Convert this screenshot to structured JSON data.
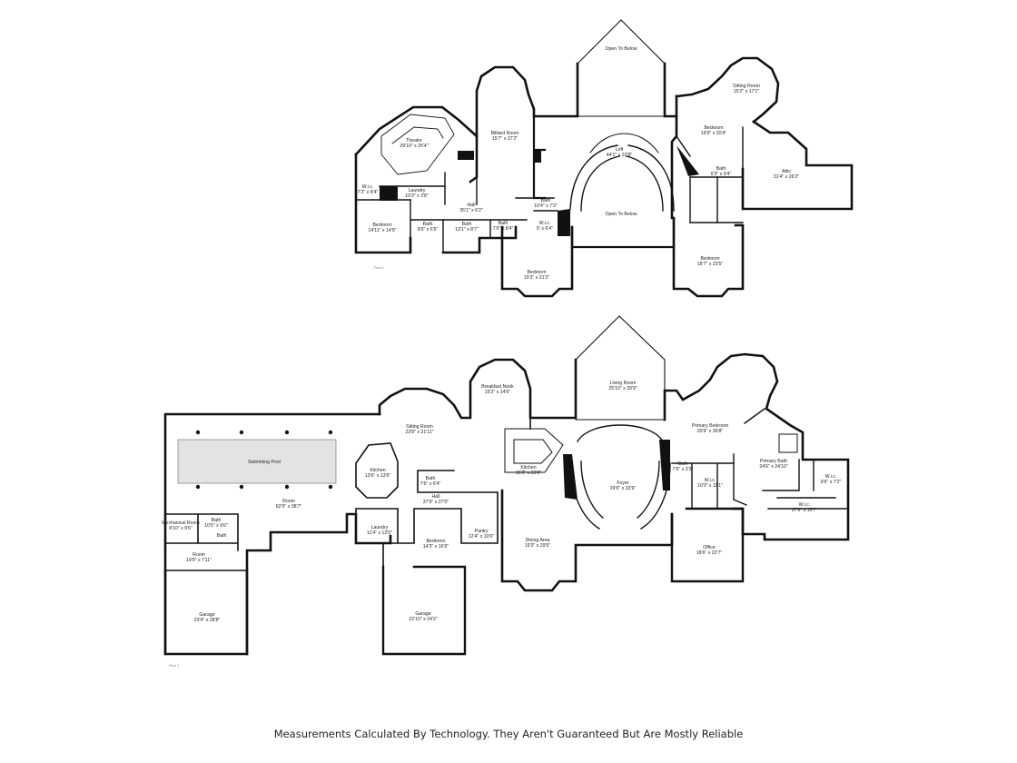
{
  "footer": "Measurements Calculated By Technology. They Aren't Guaranteed But Are Mostly Reliable",
  "floors": [
    {
      "tag": "Floor 2",
      "rooms": [
        {
          "name": "Open To Below",
          "dims": ""
        },
        {
          "name": "Sitting Room",
          "dims": "15'2\" x 17'1\""
        },
        {
          "name": "Theatre",
          "dims": "29'10\" x 26'4\""
        },
        {
          "name": "Billiard Room",
          "dims": "15'7\" x 37'2\""
        },
        {
          "name": "Bedroom",
          "dims": "19'9\" x 20'4\""
        },
        {
          "name": "Loft",
          "dims": "44'1\" x 22'8\""
        },
        {
          "name": "Bath",
          "dims": "6'3\" x 9'4\""
        },
        {
          "name": "Attic",
          "dims": "31'4\" x 26'2\""
        },
        {
          "name": "W.i.c.",
          "dims": "7'2\" x 8'4\""
        },
        {
          "name": "Laundry",
          "dims": "10'3\" x 3'8\""
        },
        {
          "name": "Hall",
          "dims": "35'1\" x 6'2\""
        },
        {
          "name": "Bath",
          "dims": "10'4\" x 7'3\""
        },
        {
          "name": "Open To Below",
          "dims": ""
        },
        {
          "name": "Bedroom",
          "dims": "14'11\" x 14'9\""
        },
        {
          "name": "Bath",
          "dims": "9'6\" x 6'5\""
        },
        {
          "name": "Bath",
          "dims": "13'1\" x 8'7\""
        },
        {
          "name": "Bath",
          "dims": "7'6\" x 8'4\""
        },
        {
          "name": "W.i.c.",
          "dims": "5' x 6'4\""
        },
        {
          "name": "Bedroom",
          "dims": "19'3\" x 21'2\""
        },
        {
          "name": "Bedroom",
          "dims": "18'7\" x 23'5\""
        }
      ]
    },
    {
      "tag": "Floor 1",
      "rooms": [
        {
          "name": "Breakfast Nook",
          "dims": "15'2\" x 14'6\""
        },
        {
          "name": "Living Room",
          "dims": "25'10\" x 29'9\""
        },
        {
          "name": "Sitting Room",
          "dims": "23'8\" x 21'11\""
        },
        {
          "name": "Primary Bedroom",
          "dims": "20'9\" x 39'8\""
        },
        {
          "name": "Swimming Pool",
          "dims": ""
        },
        {
          "name": "Kitchen",
          "dims": "13'6\" x 13'6\""
        },
        {
          "name": "Kitchen",
          "dims": "36'3\" x 23'0\""
        },
        {
          "name": "Primary Bath",
          "dims": "24'6\" x 24'10\""
        },
        {
          "name": "Bath",
          "dims": "7'6\" x 6'4\""
        },
        {
          "name": "Bath",
          "dims": "7'6\" x 3'3\""
        },
        {
          "name": "Foyer",
          "dims": "29'6\" x 33'9\""
        },
        {
          "name": "W.i.c.",
          "dims": "9'6\" x 7'2\""
        },
        {
          "name": "W.i.c.",
          "dims": "10'3\" x 11'1\""
        },
        {
          "name": "Hall",
          "dims": "37'9\" x 27'0\""
        },
        {
          "name": "W.i.c.",
          "dims": "27'6\" x 15'7\""
        },
        {
          "name": "Room",
          "dims": "62'9\" x 38'7\""
        },
        {
          "name": "Mechanical Room",
          "dims": "8'10\" x 9'6\""
        },
        {
          "name": "Bath",
          "dims": "10'5\" x 9'6\""
        },
        {
          "name": "Bath",
          "dims": ""
        },
        {
          "name": "Laundry",
          "dims": "11'4\" x 12'0\""
        },
        {
          "name": "Pantry",
          "dims": "12'4\" x 10'6\""
        },
        {
          "name": "Room",
          "dims": "19'9\" x 7'11\""
        },
        {
          "name": "Bedroom",
          "dims": "14'3\" x 16'6\""
        },
        {
          "name": "Dining Area",
          "dims": "19'3\" x 29'5\""
        },
        {
          "name": "Office",
          "dims": "18'6\" x 22'7\""
        },
        {
          "name": "Garage",
          "dims": "23'4\" x 28'8\""
        },
        {
          "name": "Garage",
          "dims": "22'10\" x 24'2\""
        }
      ]
    }
  ]
}
